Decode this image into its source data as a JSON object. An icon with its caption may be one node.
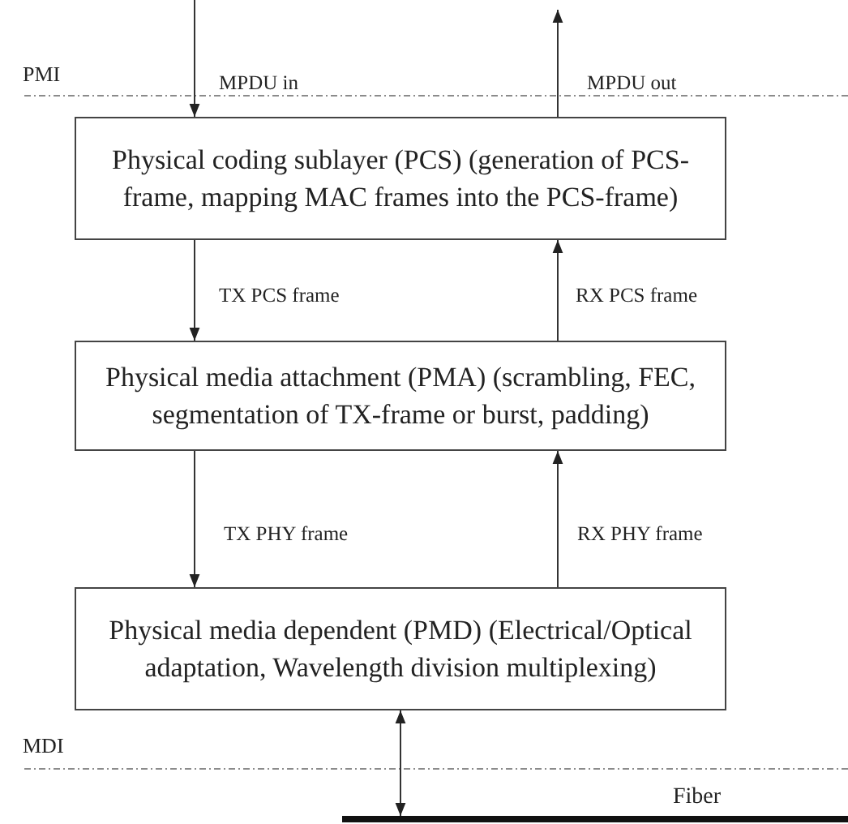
{
  "diagram": {
    "nodes": [
      {
        "text": [
          "Physical coding sublayer (PCS) (generation of PCS-frame, mapping MAC frames into the PCS-frame)"
        ]
      },
      {
        "text": [
          "Physical media attachment (PMA) (scrambling, FEC, segmentation of TX-frame or burst, padding)"
        ]
      },
      {
        "text": [
          "Physical media dependent (PMD) (Electrical/Optical adaptation, Wavelength division multiplexing)"
        ]
      },
      {
        "text": [],
        "shape": "bar",
        "beside": [
          "Fiber"
        ]
      }
    ],
    "edges": [
      {
        "from": null,
        "to": 0,
        "arrow": "to",
        "label": "MPDU in"
      },
      {
        "from": 0,
        "to": null,
        "arrow": "to",
        "label": "MPDU out"
      },
      {
        "from": 0,
        "to": 1,
        "arrow": "to",
        "label": "TX PCS frame"
      },
      {
        "from": 1,
        "to": 0,
        "arrow": "to",
        "label": "RX PCS frame"
      },
      {
        "from": 1,
        "to": 2,
        "arrow": "to",
        "label": "TX PHY frame"
      },
      {
        "from": 2,
        "to": 1,
        "arrow": "to",
        "label": "RX PHY frame"
      },
      {
        "from": 2,
        "to": 3,
        "arrow": "both"
      }
    ],
    "labels": [
      "PMI",
      "MDI"
    ]
  }
}
